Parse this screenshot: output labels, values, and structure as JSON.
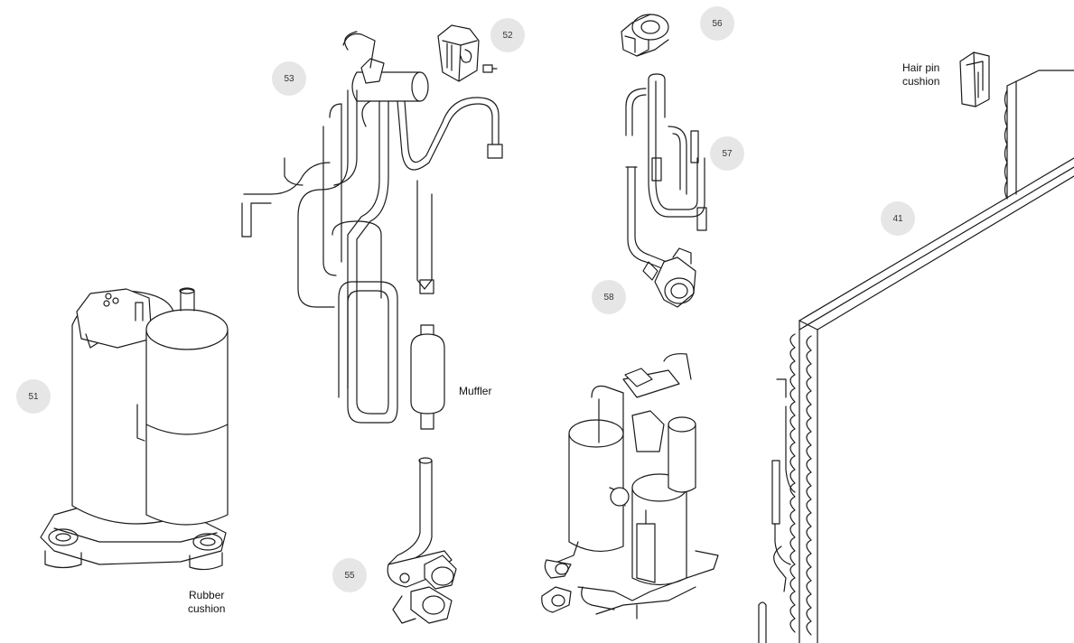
{
  "callouts": {
    "c41": "41",
    "c51": "51",
    "c52": "52",
    "c53": "53",
    "c55": "55",
    "c56": "56",
    "c57": "57",
    "c58": "58"
  },
  "labels": {
    "muffler": "Muffler",
    "rubber_cushion_1": "Rubber",
    "rubber_cushion_2": "cushion",
    "hair_pin_cushion_1": "Hair pin",
    "hair_pin_cushion_2": "cushion"
  },
  "colors": {
    "line": "#1a1a1a",
    "badge_bg": "#e6e6e6"
  }
}
